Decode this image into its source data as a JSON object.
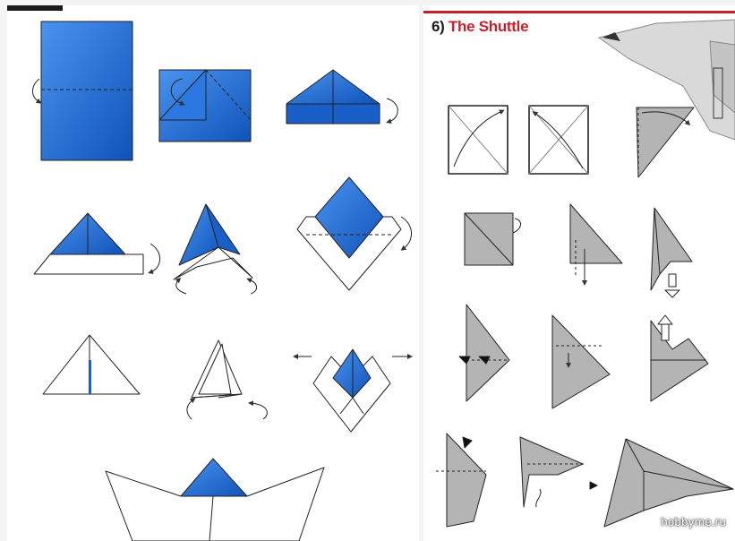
{
  "shuttle_section": {
    "number": "6)",
    "name": "The Shuttle"
  },
  "watermark": "hobbyme.ru",
  "colors": {
    "paper_blue": "#1e6fd9",
    "paper_grey": "#b4b4b4",
    "accent_red": "#c8202a"
  },
  "icons": [
    "plane-photo",
    "curved-arrow-icon",
    "down-arrow-icon",
    "up-arrow-icon"
  ]
}
